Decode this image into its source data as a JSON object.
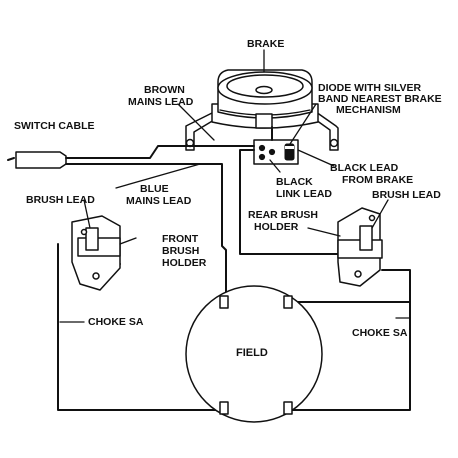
{
  "diagram": {
    "labels": {
      "brake": "BRAKE",
      "brown_mains_lead": [
        "BROWN",
        "MAINS LEAD"
      ],
      "diode": [
        "DIODE WITH SILVER",
        "BAND NEAREST BRAKE",
        "MECHANISM"
      ],
      "switch_cable": "SWITCH CABLE",
      "black_lead_from_brake": [
        "BLACK LEAD",
        "FROM BRAKE"
      ],
      "black_link_lead": [
        "BLACK",
        "LINK LEAD"
      ],
      "blue_mains_lead": [
        "BLUE",
        "MAINS LEAD"
      ],
      "brush_lead_left": "BRUSH LEAD",
      "brush_lead_right": "BRUSH LEAD",
      "rear_brush_holder": [
        "REAR BRUSH",
        "HOLDER"
      ],
      "front_brush_holder": [
        "FRONT",
        "BRUSH",
        "HOLDER"
      ],
      "choke_left": "CHOKE SA",
      "choke_right": "CHOKE SA",
      "field": "FIELD"
    }
  }
}
